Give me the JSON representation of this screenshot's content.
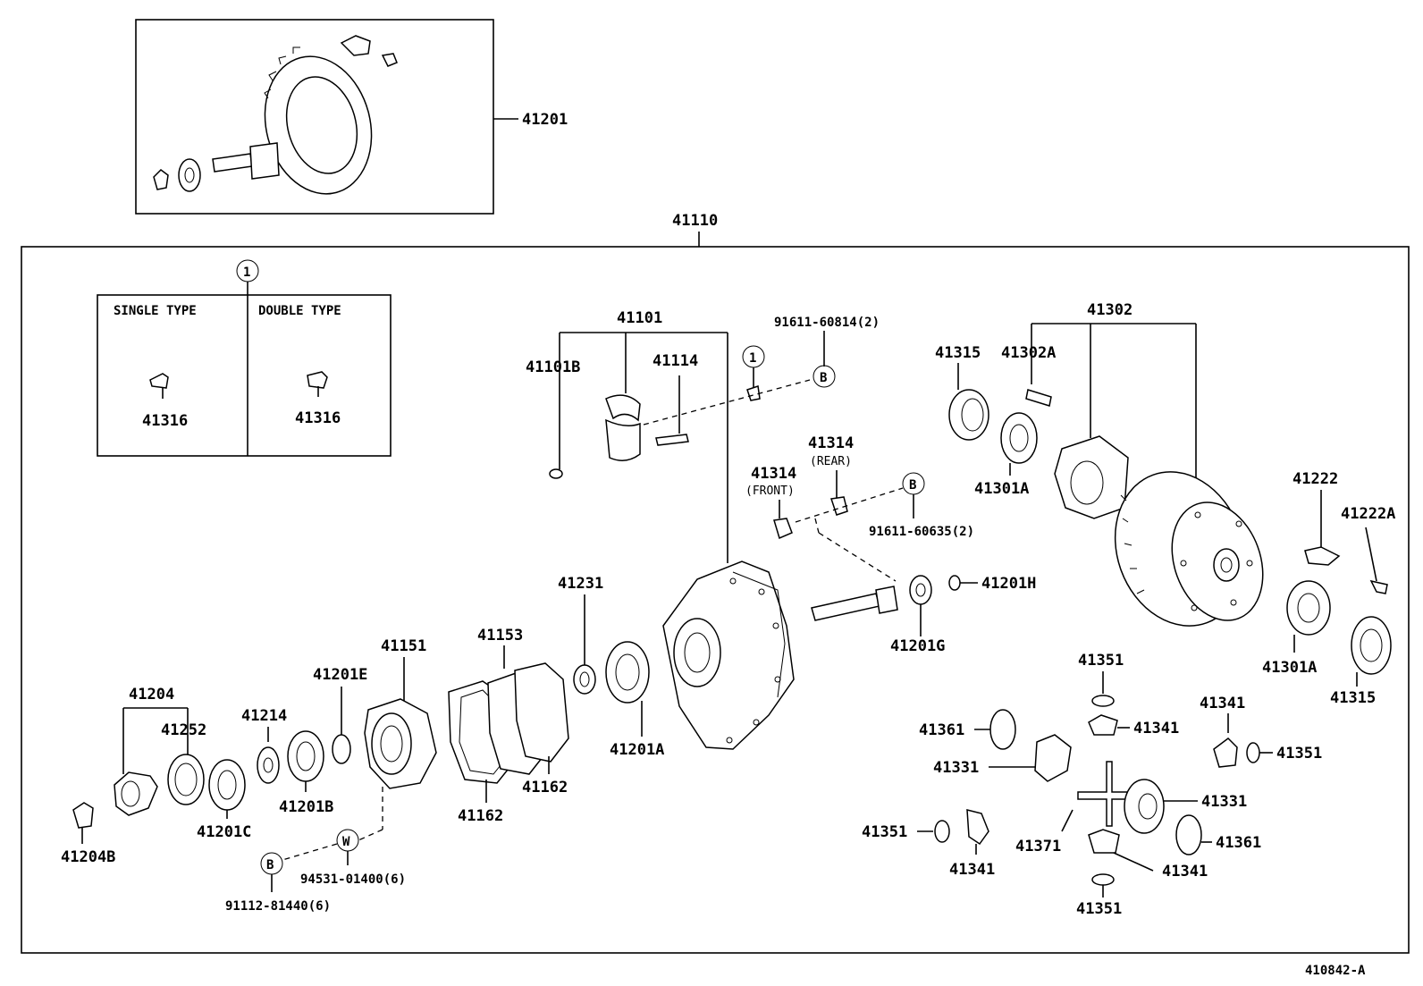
{
  "diagram": {
    "top_assembly": "41201",
    "main_assembly": "41110",
    "legend": {
      "marker": "1",
      "single_type_label": "SINGLE TYPE",
      "double_type_label": "DOUBLE TYPE",
      "single_part": "41316",
      "double_part": "41316"
    },
    "parts": {
      "p41101": "41101",
      "p41101b": "41101B",
      "p41114": "41114",
      "marker_1": "1",
      "bolt_60814": "91611-60814(2)",
      "marker_b1": "B",
      "p41302": "41302",
      "p41315a": "41315",
      "p41302a": "41302A",
      "p41301a_1": "41301A",
      "p41314_rear": "41314",
      "rear": "(REAR)",
      "p41314_front": "41314",
      "front": "(FRONT)",
      "marker_b2": "B",
      "bolt_60635": "91611-60635(2)",
      "p41222": "41222",
      "p41222a": "41222A",
      "p41201h": "41201H",
      "p41201g": "41201G",
      "p41301a_2": "41301A",
      "p41315b": "41315",
      "p41231": "41231",
      "p41201a": "41201A",
      "p41153": "41153",
      "p41162a": "41162",
      "p41162b": "41162",
      "p41151": "41151",
      "p41201e": "41201E",
      "p41214": "41214",
      "p41201b": "41201B",
      "p41204": "41204",
      "p41252": "41252",
      "p41201c": "41201C",
      "p41204b": "41204B",
      "marker_w": "W",
      "marker_b3": "B",
      "bolt_94531": "94531-01400(6)",
      "bolt_91112": "91112-81440(6)",
      "p41351_top": "41351",
      "p41341_top": "41341",
      "p41361_left": "41361",
      "p41331_left": "41331",
      "p41341_right": "41341",
      "p41351_right": "41351",
      "p41331_right": "41331",
      "p41361_right": "41361",
      "p41351_left": "41351",
      "p41341_left": "41341",
      "p41371": "41371",
      "p41341_bottom": "41341",
      "p41351_bottom": "41351"
    },
    "figure_code": "410842-A"
  }
}
